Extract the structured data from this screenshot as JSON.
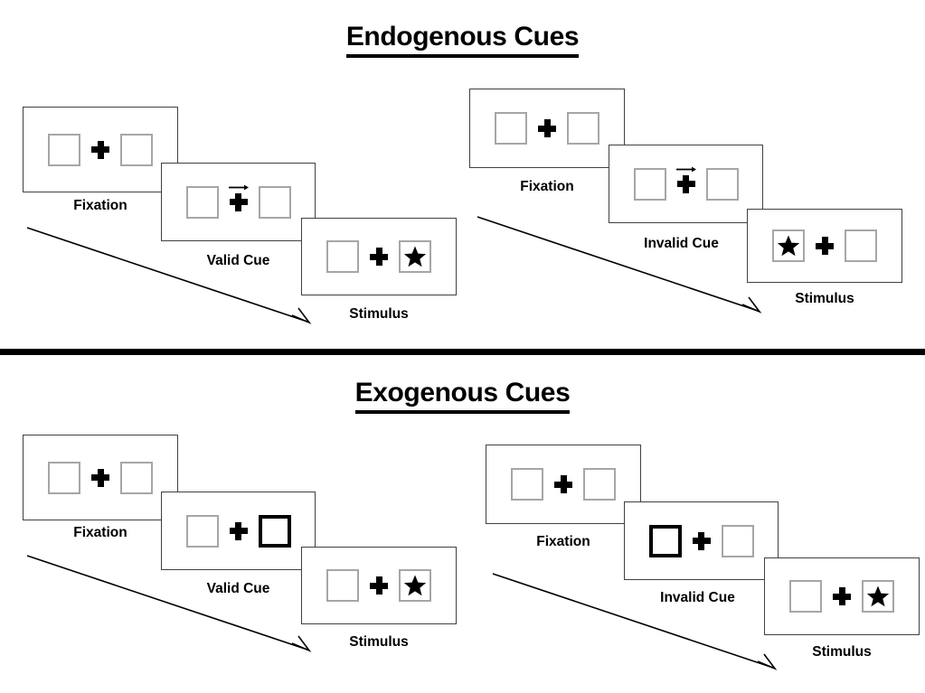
{
  "sections": [
    {
      "key": "endogenous",
      "title": "Endogenous Cues",
      "columns": [
        {
          "key": "valid",
          "panels": [
            {
              "stage_label": "Fixation",
              "left_content": "empty",
              "right_content": "empty",
              "cue": "none",
              "cue_arrow": "none"
            },
            {
              "stage_label": "Valid Cue",
              "left_content": "empty",
              "right_content": "empty",
              "cue": "none",
              "cue_arrow": "arrow-right-icon"
            },
            {
              "stage_label": "Stimulus",
              "left_content": "empty",
              "right_content": "star",
              "cue": "none",
              "cue_arrow": "none"
            }
          ]
        },
        {
          "key": "invalid",
          "panels": [
            {
              "stage_label": "Fixation",
              "left_content": "empty",
              "right_content": "empty",
              "cue": "none",
              "cue_arrow": "none"
            },
            {
              "stage_label": "Invalid Cue",
              "left_content": "empty",
              "right_content": "empty",
              "cue": "none",
              "cue_arrow": "arrow-right-icon"
            },
            {
              "stage_label": "Stimulus",
              "left_content": "star",
              "right_content": "empty",
              "cue": "none",
              "cue_arrow": "none"
            }
          ]
        }
      ]
    },
    {
      "key": "exogenous",
      "title": "Exogenous Cues",
      "columns": [
        {
          "key": "valid",
          "panels": [
            {
              "stage_label": "Fixation",
              "left_content": "empty",
              "right_content": "empty",
              "cue": "none",
              "cue_arrow": "none"
            },
            {
              "stage_label": "Valid Cue",
              "left_content": "empty",
              "right_content": "empty",
              "cue": "right",
              "cue_arrow": "none"
            },
            {
              "stage_label": "Stimulus",
              "left_content": "empty",
              "right_content": "star",
              "cue": "none",
              "cue_arrow": "none"
            }
          ]
        },
        {
          "key": "invalid",
          "panels": [
            {
              "stage_label": "Fixation",
              "left_content": "empty",
              "right_content": "empty",
              "cue": "none",
              "cue_arrow": "none"
            },
            {
              "stage_label": "Invalid Cue",
              "left_content": "empty",
              "right_content": "empty",
              "cue": "left",
              "cue_arrow": "none"
            },
            {
              "stage_label": "Stimulus",
              "left_content": "empty",
              "right_content": "star",
              "cue": "none",
              "cue_arrow": "none"
            }
          ]
        }
      ]
    }
  ],
  "icons": {
    "fixation_cross": "plus-icon",
    "stimulus": "star-icon",
    "endogenous_cue": "arrow-right-icon",
    "time_progression": "diagonal-arrow-icon"
  },
  "colors": {
    "ink": "#000000",
    "frame_border": "#404040",
    "box_border": "#a6a6a6",
    "cued_box_border": "#000000",
    "background": "#ffffff",
    "divider": "#000000"
  }
}
